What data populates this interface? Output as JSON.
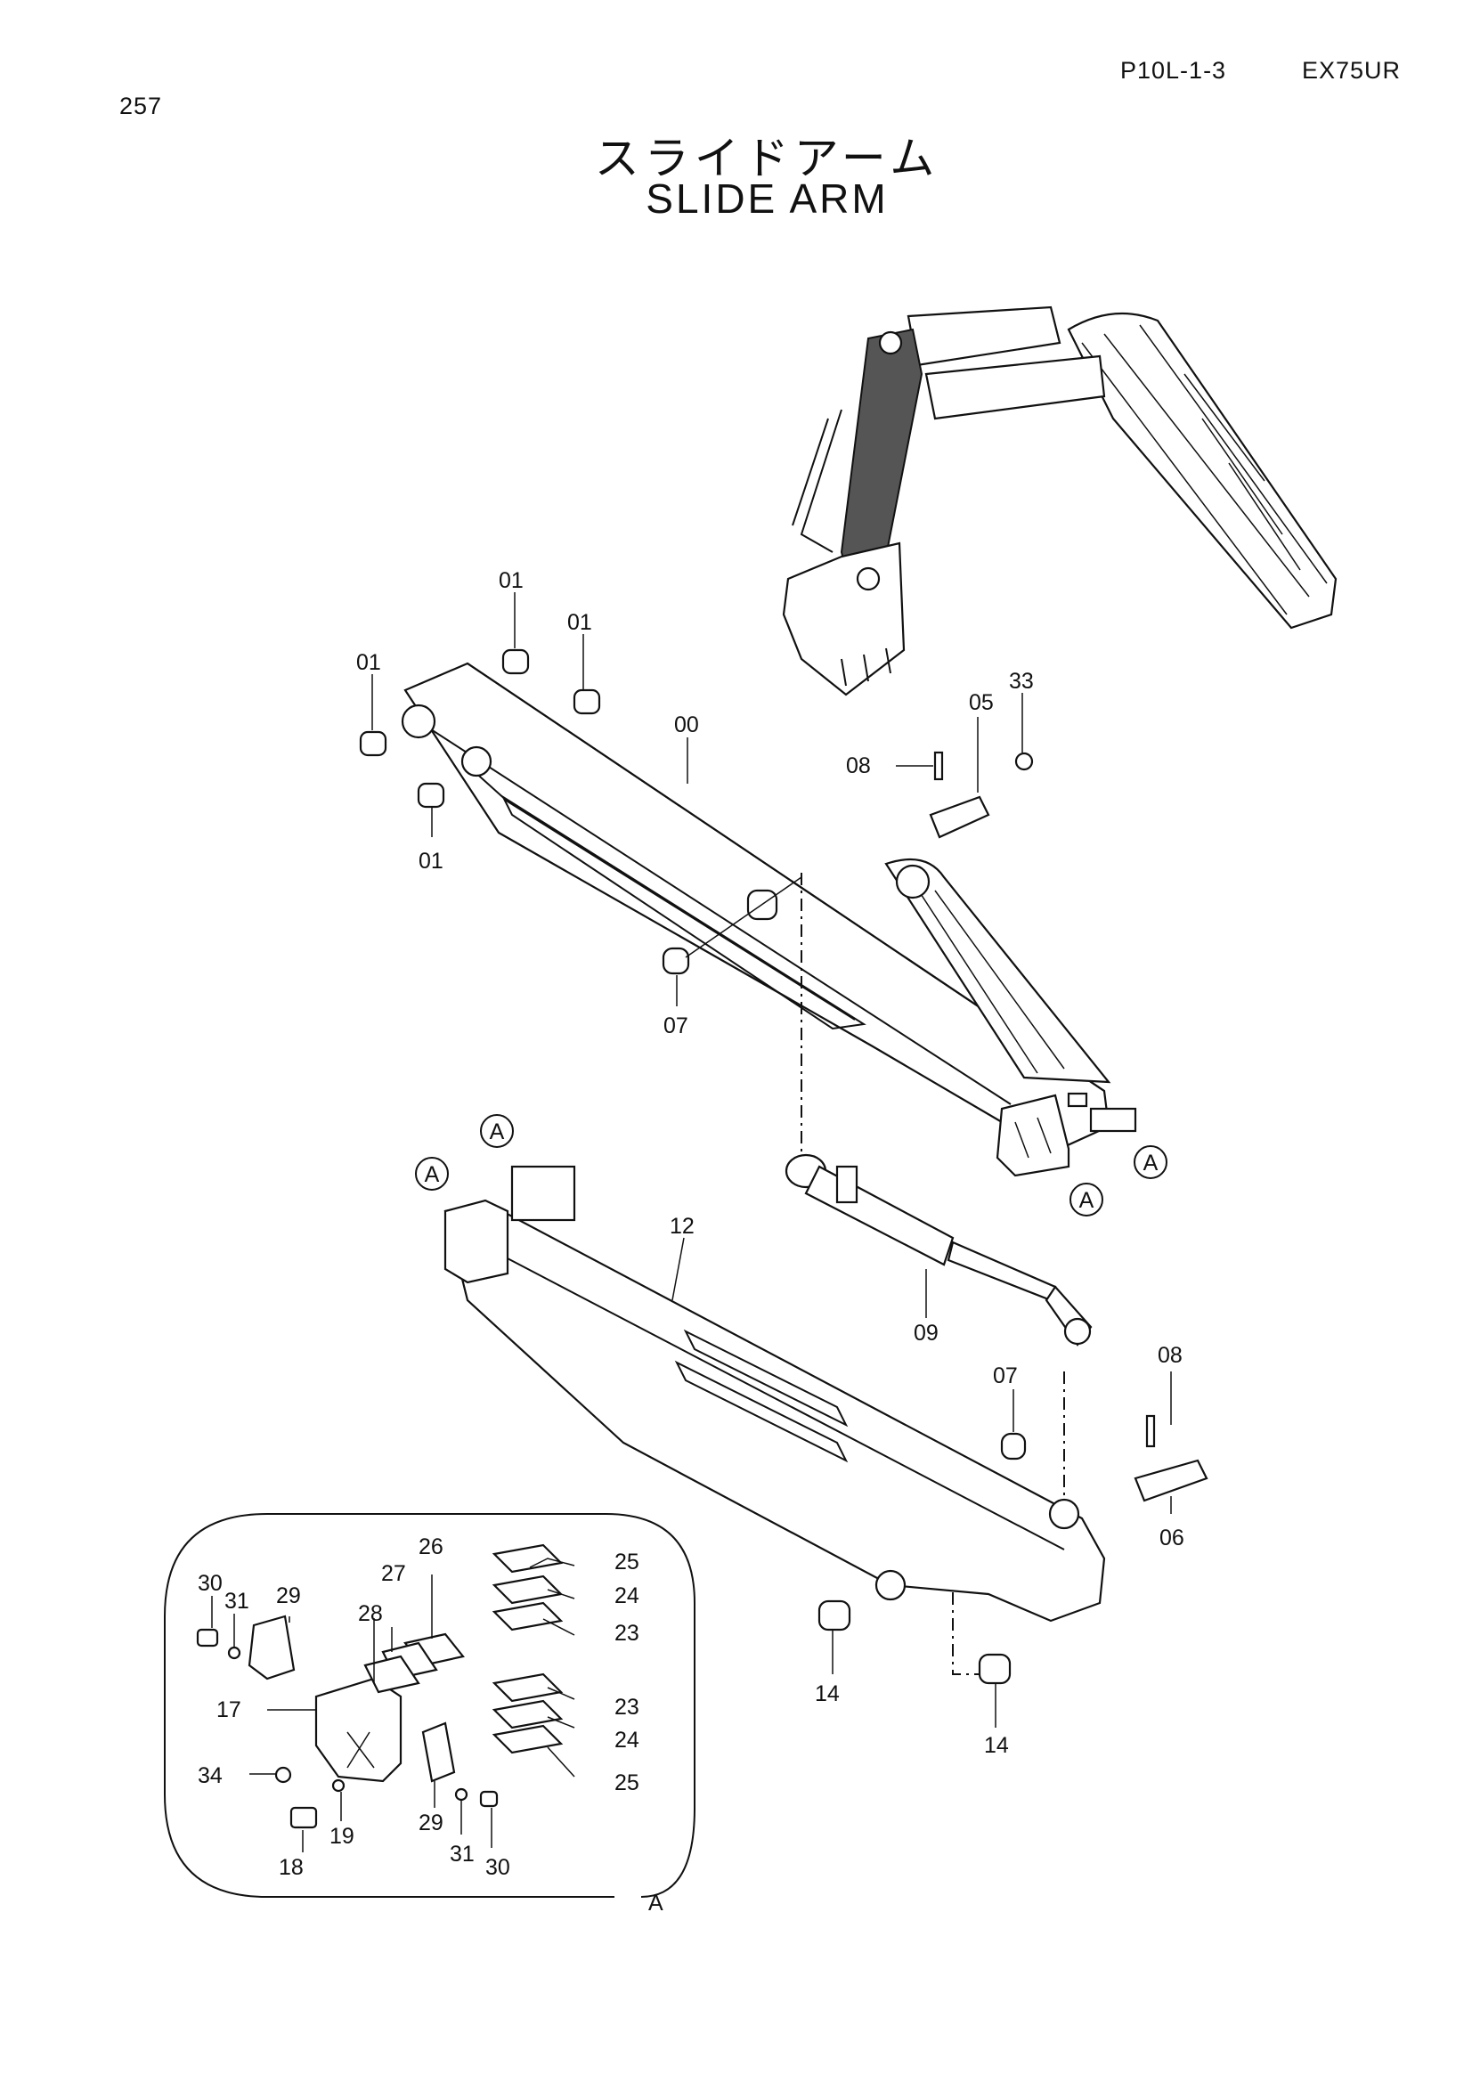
{
  "header": {
    "page_number": "257",
    "reference_code": "P10L-1-3",
    "model": "EX75UR"
  },
  "title": {
    "japanese": "スライドアーム",
    "english": "SLIDE  ARM"
  },
  "callouts": {
    "p01a": "01",
    "p01b": "01",
    "p01c": "01",
    "p01d": "01",
    "p00": "00",
    "p05": "05",
    "p33": "33",
    "p08a": "08",
    "p07a": "07",
    "p12": "12",
    "p09": "09",
    "p07b": "07",
    "p08b": "08",
    "p06": "06",
    "p14a": "14",
    "p14b": "14",
    "detail_a1": "A",
    "detail_a2": "A",
    "detail_a3": "A",
    "detail_a4": "A",
    "p30a": "30",
    "p31a": "31",
    "p29a": "29",
    "p27": "27",
    "p26": "26",
    "p28": "28",
    "p25a": "25",
    "p24a": "24",
    "p23a": "23",
    "p17": "17",
    "p23b": "23",
    "p24b": "24",
    "p25b": "25",
    "p34": "34",
    "p29b": "29",
    "p18": "18",
    "p19": "19",
    "p31b": "31",
    "p30b": "30",
    "detail_label": "A"
  }
}
